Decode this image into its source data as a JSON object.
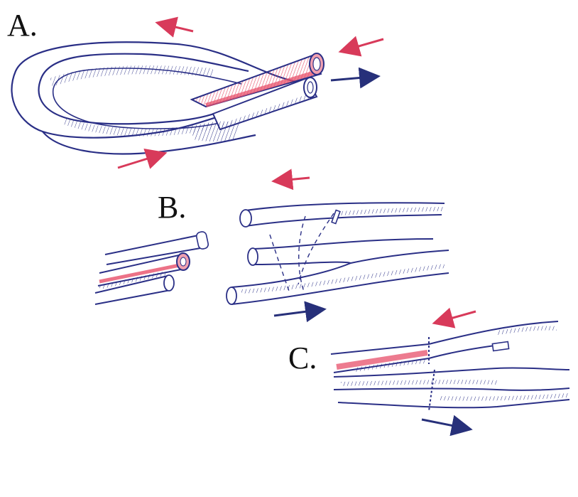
{
  "panels": {
    "a": {
      "label": "A."
    },
    "b": {
      "label": "B."
    },
    "c": {
      "label": "C."
    }
  },
  "colors": {
    "vein_outline": "#2a2f86",
    "artery_fill": "#e8506a",
    "arrow_red": "#d83a5a",
    "arrow_blue": "#27307a",
    "label": "#111111"
  }
}
